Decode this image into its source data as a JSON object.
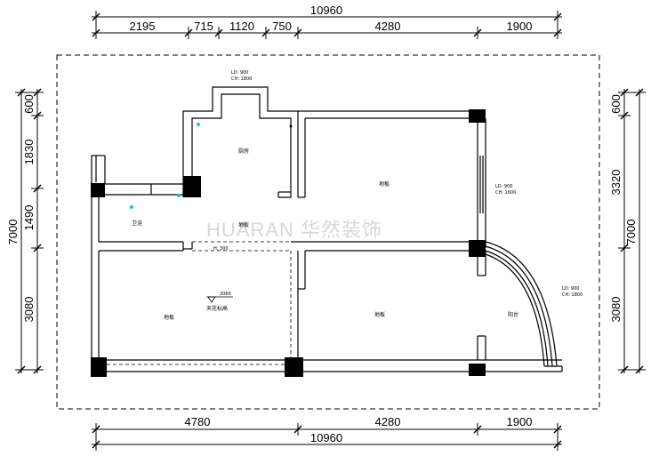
{
  "dimensions": {
    "top_total": "10960",
    "top_segments": [
      "2195",
      "715",
      "1120",
      "750",
      "4280",
      "1900"
    ],
    "bottom_total": "10960",
    "bottom_segments": [
      "4780",
      "4280",
      "1900"
    ],
    "left_total": "7000",
    "left_segments": [
      "600",
      "1830",
      "1490",
      "3080"
    ],
    "right_total": "7000",
    "right_segments": [
      "600",
      "3320",
      "3080"
    ]
  },
  "annotations": {
    "window_top_ld": "LD: 900",
    "window_top_ch": "CH: 1800",
    "window_right_ld": "LD: 900",
    "window_right_ch": "CH: 1600",
    "window_arc_ld": "LD: 900",
    "window_arc_ch": "CH: 1800",
    "opening_h": "H: 300",
    "level_value": "2060"
  },
  "rooms": {
    "room_top_middle": "厨房",
    "room_top_right": "地板",
    "room_small_left": "卫浴",
    "corridor": "地板",
    "room_bottom_left": "地板",
    "room_bottom_middle": "地板",
    "room_bottom_right": "阳台",
    "level_note": "天花标高"
  },
  "watermark": "HUARAN 华然装饰",
  "colors": {
    "line": "#000000",
    "marker": "#00c8e8",
    "watermark": "#d8d8d8"
  }
}
